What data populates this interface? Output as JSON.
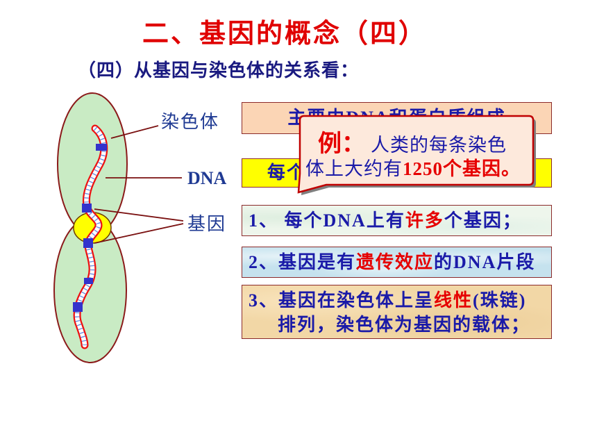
{
  "colors": {
    "title_red": "#e00000",
    "subtitle_navy": "#1a1a80",
    "label_blue": "#1f3a93",
    "text_blue": "#1a1aa8",
    "highlight_red": "#e60000",
    "box_border": "#8b2a2a",
    "box1_fill": "#fbd5b5",
    "box2_fill": "#ffff00",
    "box3_fill": "#eef6ec",
    "box4_fill": "#c5e2ee",
    "box5_fill": "#f2d7a6",
    "callout_fill": "#fde9dc",
    "callout_border": "#c00000",
    "chromosome_fill": "#c9ebc4",
    "chromosome_border": "#8b1a1a",
    "centromere_fill": "#ffff00",
    "dna_strand": "#ee1111",
    "gene_marker": "#3333cc",
    "pointer_line": "#7a1010"
  },
  "slide": {
    "title": "二、基因的概念（四）",
    "subtitle": "（四）从基因与染色体的关系看："
  },
  "diagram": {
    "labels": {
      "chromosome": "染色体",
      "dna": "DNA",
      "gene": "基因"
    }
  },
  "statements": {
    "composition": "主要由DNA和蛋白质组成",
    "per_chromosome": "每个",
    "fact1": {
      "before": "1、 每个DNA上有",
      "highlight": "许多",
      "after": "个基因；"
    },
    "fact2": {
      "before": "2、基因是有",
      "highlight": "遗传效应",
      "after": "的DNA片段"
    },
    "fact3": {
      "before": "3、基因在染色体上呈",
      "highlight": "线性",
      "after": "(珠链)",
      "line2": "排列，染色体为基因的载体；"
    }
  },
  "callout": {
    "lead": "例：",
    "line1": "人类的每条染色",
    "line2_before": "体上大约有",
    "line2_highlight": "1250个基因。"
  }
}
